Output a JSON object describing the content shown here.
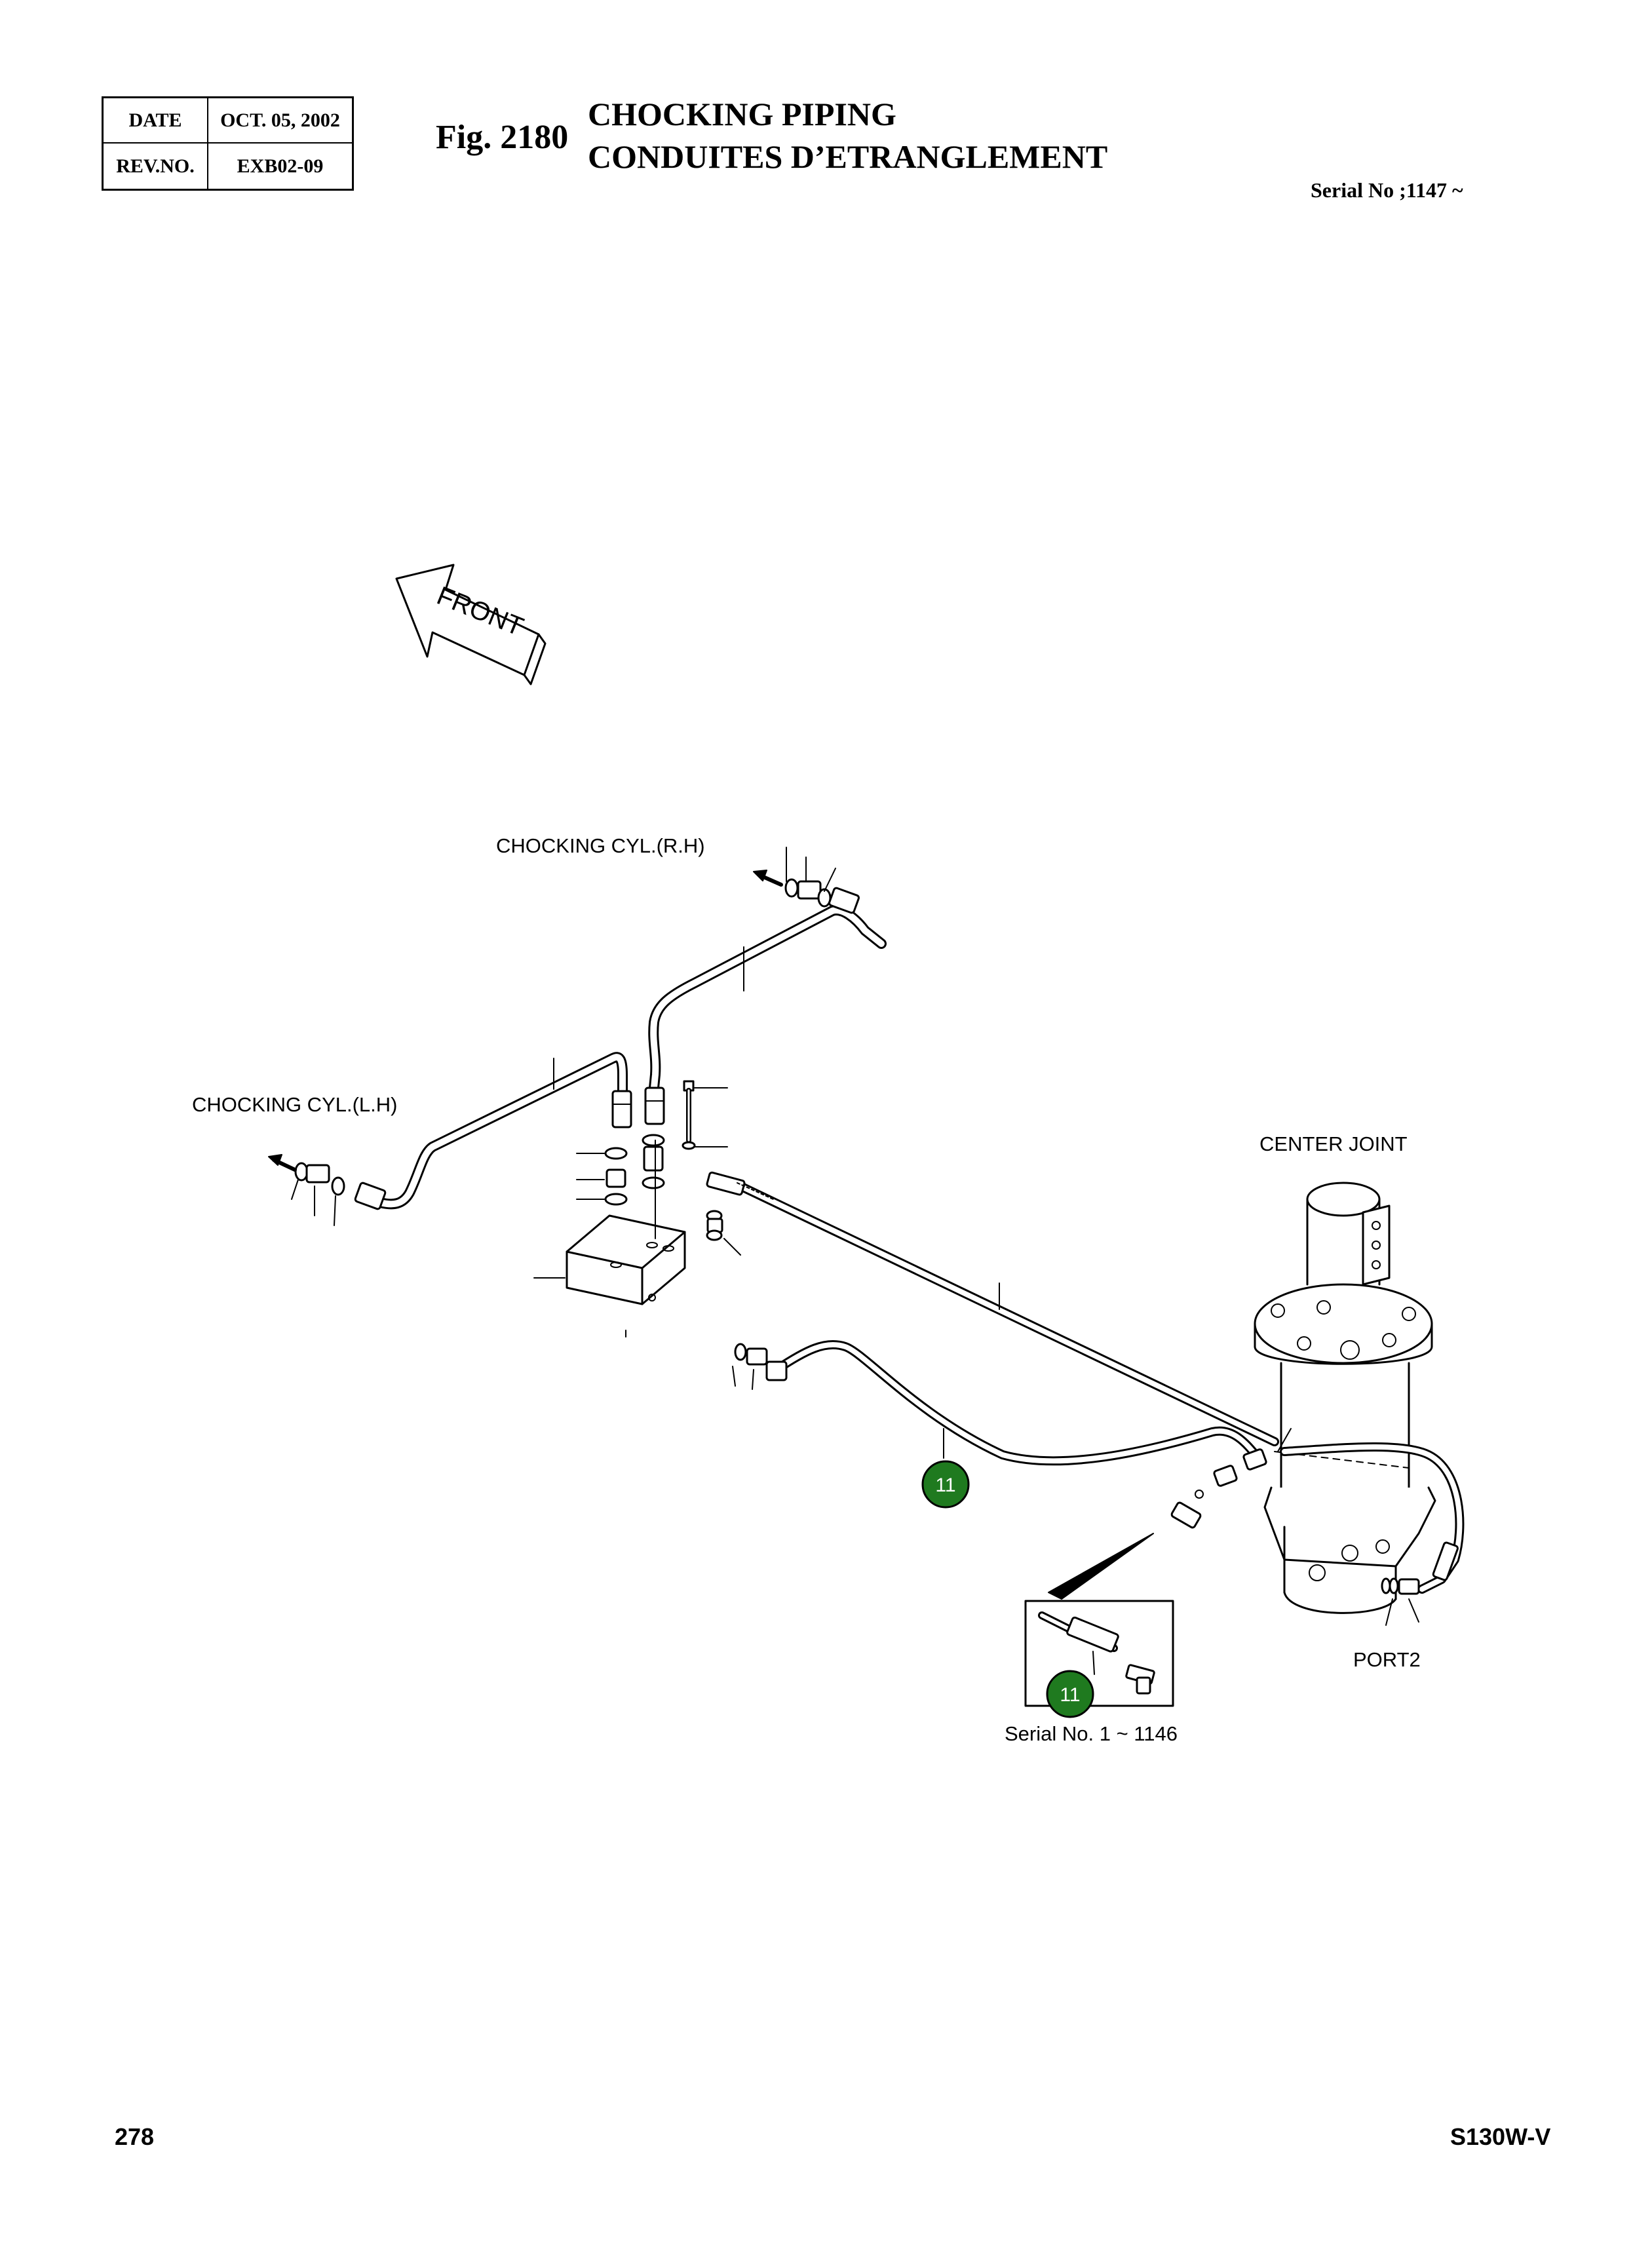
{
  "header": {
    "date_label": "DATE",
    "date_value": "OCT. 05, 2002",
    "rev_label": "REV.NO.",
    "rev_value": "EXB02-09",
    "fig_number": "Fig. 2180",
    "title_en": "CHOCKING PIPING",
    "title_fr": "CONDUITES D’ETRANGLEMENT",
    "serial_range": "Serial No ;1147 ~"
  },
  "diagram": {
    "front_arrow": "FRONT",
    "label_cyl_rh": "CHOCKING CYL.(R.H)",
    "label_cyl_lh": "CHOCKING CYL.(L.H)",
    "label_center_joint": "CENTER JOINT",
    "label_port2": "PORT2",
    "callout_main": "11",
    "callout_inset": "11",
    "inset_caption": "Serial No. 1 ~ 1146",
    "callout_color": "#1f7a1f"
  },
  "footer": {
    "page_number": "278",
    "model": "S130W-V"
  }
}
